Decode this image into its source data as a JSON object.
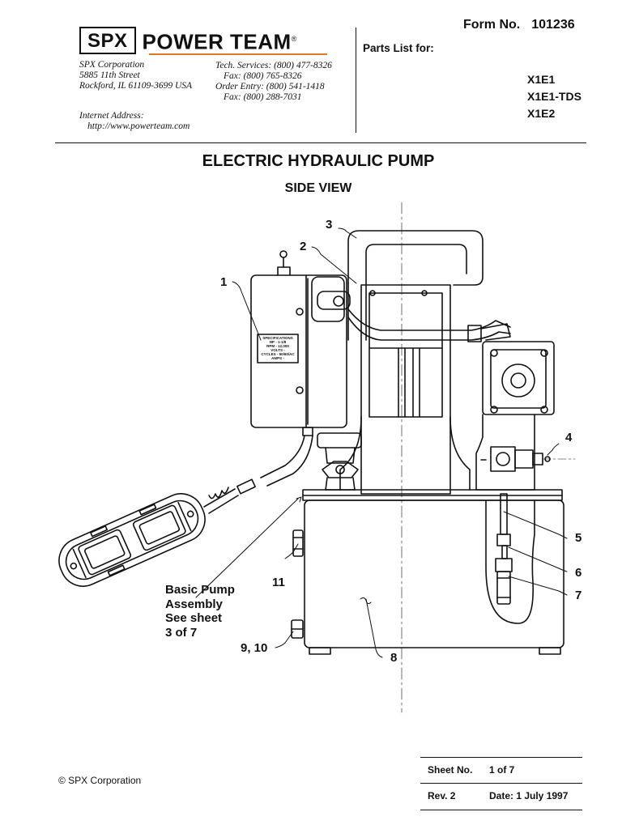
{
  "header": {
    "form_label": "Form No.",
    "form_number": "101236",
    "logo": {
      "left": "SPX",
      "right": "POWER TEAM",
      "mark": "®",
      "accent_color": "#e87722"
    },
    "company": {
      "name": "SPX Corporation",
      "street": "5885 11th Street",
      "city": "Rockford, IL 61109-3699 USA",
      "internet_label": "Internet Address:",
      "url": "http://www.powerteam.com"
    },
    "contacts": {
      "tech": "Tech. Services: (800) 477-8326",
      "fax1": "Fax: (800) 765-8326",
      "order": "Order Entry: (800) 541-1418",
      "fax2": "Fax: (800) 288-7031"
    },
    "parts_list_label": "Parts List for:",
    "models": [
      "X1E1",
      "X1E1-TDS",
      "X1E2"
    ]
  },
  "title": "ELECTRIC HYDRAULIC PUMP",
  "subtitle": "SIDE VIEW",
  "drawing": {
    "spec_plate": [
      "SPECIFICATIONS",
      "HP - 1-1/8",
      "RPM - 12,000",
      "VOLTS -",
      "CYCLES - 50/60/AC",
      "AMPS -"
    ],
    "callouts": [
      "1",
      "2",
      "3",
      "4",
      "5",
      "6",
      "7",
      "8",
      "9, 10",
      "11"
    ],
    "basic_pump_note": [
      "Basic Pump",
      "Assembly",
      "See sheet",
      "3 of 7"
    ]
  },
  "footer": {
    "copyright": "© SPX Corporation",
    "sheet_label": "Sheet No.",
    "sheet_value": "1 of 7",
    "rev_label": "Rev. 2",
    "date": "Date: 1 July 1997"
  }
}
